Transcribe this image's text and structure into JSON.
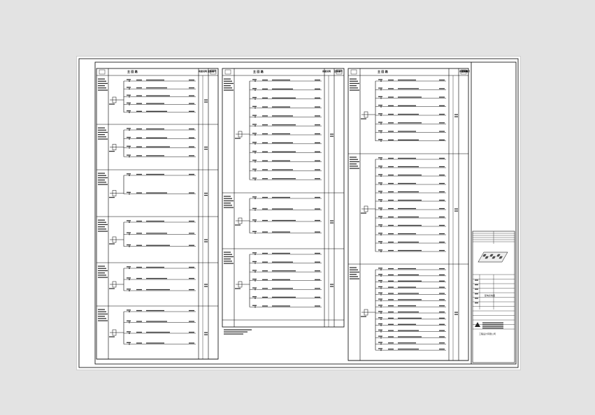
{
  "drawing": {
    "panel_headers": [
      {
        "main": "主 回 路",
        "side_1": "用途说明",
        "side_2": "回路编号"
      },
      {
        "main": "主 回 路",
        "side_1": "用途说明",
        "side_2": "回路编号"
      },
      {
        "main": "主 回 路",
        "side_1": "用途说明",
        "side_2": "回路编号"
      }
    ]
  },
  "title_block": {
    "drawing_title": "配电系统图",
    "company": "工程设计有限公司"
  }
}
